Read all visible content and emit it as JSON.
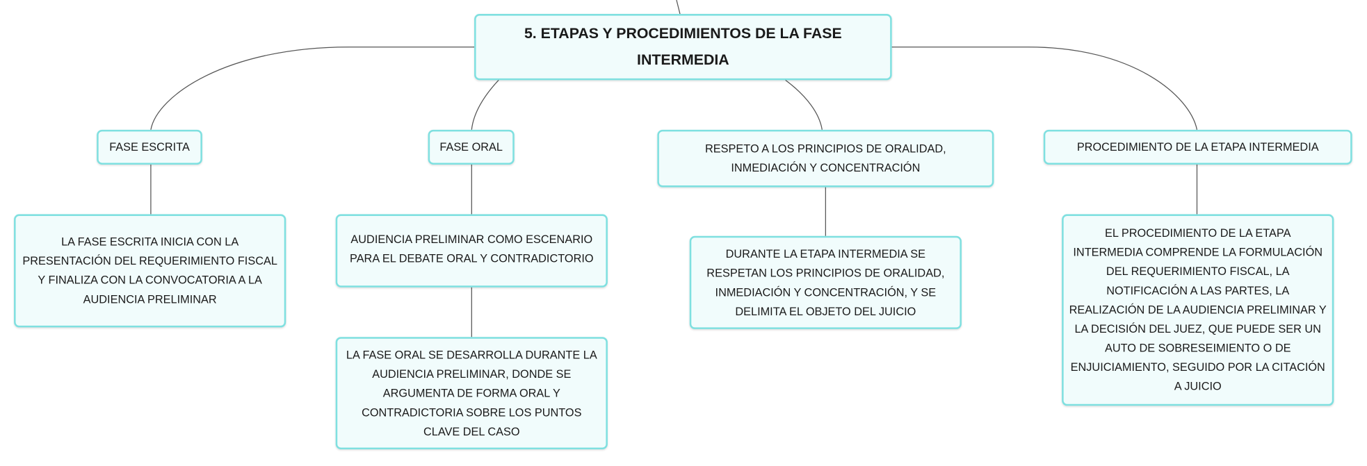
{
  "root": {
    "title": "5. ETAPAS Y PROCEDIMIENTOS DE LA FASE INTERMEDIA"
  },
  "branches": [
    {
      "label": "FASE ESCRITA",
      "details": [
        "LA FASE ESCRITA INICIA CON LA PRESENTACIÓN DEL REQUERIMIENTO FISCAL Y FINALIZA CON LA CONVOCATORIA A LA AUDIENCIA PRELIMINAR"
      ]
    },
    {
      "label": "FASE ORAL",
      "details": [
        "AUDIENCIA PRELIMINAR COMO ESCENARIO PARA EL DEBATE ORAL Y CONTRADICTORIO",
        "LA FASE ORAL SE DESARROLLA DURANTE LA AUDIENCIA PRELIMINAR, DONDE SE ARGUMENTA DE FORMA ORAL Y CONTRADICTORIA SOBRE LOS PUNTOS CLAVE DEL CASO"
      ]
    },
    {
      "label": "RESPETO A LOS PRINCIPIOS DE ORALIDAD, INMEDIACIÓN Y CONCENTRACIÓN",
      "details": [
        "DURANTE LA ETAPA INTERMEDIA SE RESPETAN LOS PRINCIPIOS DE ORALIDAD, INMEDIACIÓN Y CONCENTRACIÓN, Y SE DELIMITA EL OBJETO DEL JUICIO"
      ]
    },
    {
      "label": "PROCEDIMIENTO DE LA ETAPA INTERMEDIA",
      "details": [
        "EL PROCEDIMIENTO DE LA ETAPA INTERMEDIA COMPRENDE LA FORMULACIÓN DEL REQUERIMIENTO FISCAL, LA NOTIFICACIÓN A LAS PARTES, LA REALIZACIÓN DE LA AUDIENCIA PRELIMINAR Y LA DECISIÓN DEL JUEZ, QUE PUEDE SER UN AUTO DE SOBRESEIMIENTO O DE ENJUICIAMIENTO, SEGUIDO POR LA CITACIÓN A JUICIO"
      ]
    }
  ],
  "colors": {
    "border": "#7fe0e0",
    "fill": "#f1fcfc",
    "line": "#555555"
  }
}
